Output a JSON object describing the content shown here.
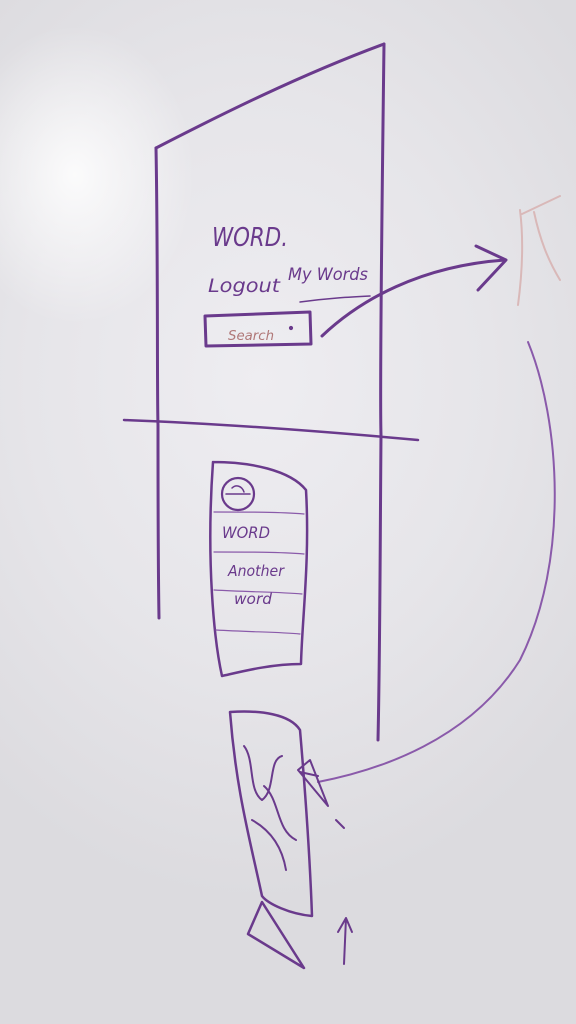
{
  "sketch": {
    "title": "WORD.",
    "nav_left": "Logout",
    "nav_right": "My Words",
    "search_label": "Search",
    "list_items": [
      "WORD",
      "Another",
      "word"
    ]
  },
  "colors": {
    "marker": "#6a3a8c",
    "marker_light": "#8a5aaa",
    "board": "#e8e7ea",
    "ghost": "#d9b8b8"
  }
}
